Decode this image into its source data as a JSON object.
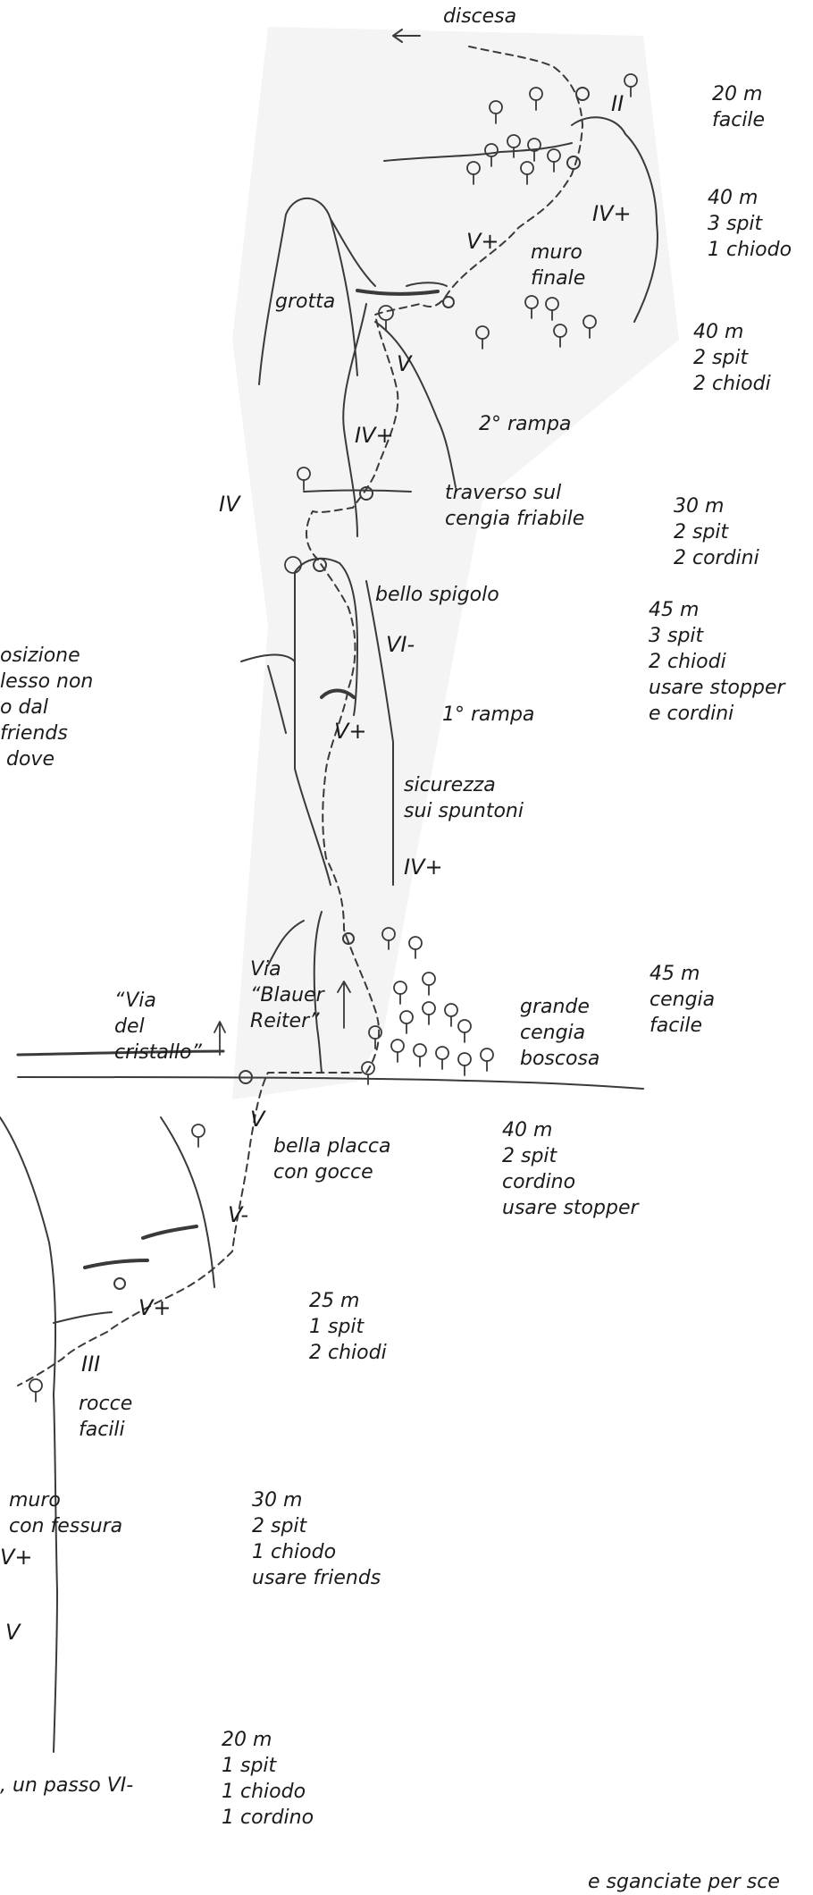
{
  "labels": {
    "descent": "discesa",
    "cave": "grotta",
    "final_wall": "muro\nfinale",
    "second_ramp": "2° rampa",
    "traverse": "traverso sul\ncengia friabile",
    "nice_arete": "bello spigolo",
    "first_ramp": "1° rampa",
    "belay_spikes": "sicurezza\nsui spuntoni",
    "big_ledge": "grande\ncengia\nboscosa",
    "via_blauer_reiter": "Via\n“Blauer\nReiter”",
    "via_cristallo": "“Via\ndel\ncristallo”",
    "nice_slab": "bella placca\ncon gocce",
    "easy_rocks": "rocce\nfacili",
    "wall_crack": "muro\ncon fessura",
    "left_cut_1": "osizione\nlesso non\no dal\nfriends\n dove",
    "left_cut_2": ", un passo VI-",
    "bottom_cut": "e sganciate per sce"
  },
  "grades": {
    "g_II": "II",
    "g_IVp_top": "IV+",
    "g_Vp_top": "V+",
    "g_V_mid": "V",
    "g_IVp_mid": "IV+",
    "g_IV": "IV",
    "g_VIm": "VI-",
    "g_Vp_ramp": "V+",
    "g_IVp_low": "IV+",
    "g_V_slab": "V",
    "g_Vm": "V-",
    "g_Vp_low": "V+",
    "g_III": "III",
    "g_Vp_left": "V+",
    "g_V_left": "V"
  },
  "pitches": [
    "20 m\nfacile",
    "40 m\n3 spit\n1 chiodo",
    "40 m\n2 spit\n2 chiodi",
    "30 m\n2 spit\n2 cordini",
    "45 m\n3 spit\n2 chiodi\nusare stopper\ne cordini",
    "45 m\ncengia\nfacile",
    "40 m\n2 spit\ncordino\nusare stopper",
    "25 m\n1 spit\n2 chiodi",
    "30 m\n2 spit\n1 chiodo\nusare friends",
    "20 m\n1 spit\n1 chiodo\n1 cordino"
  ]
}
